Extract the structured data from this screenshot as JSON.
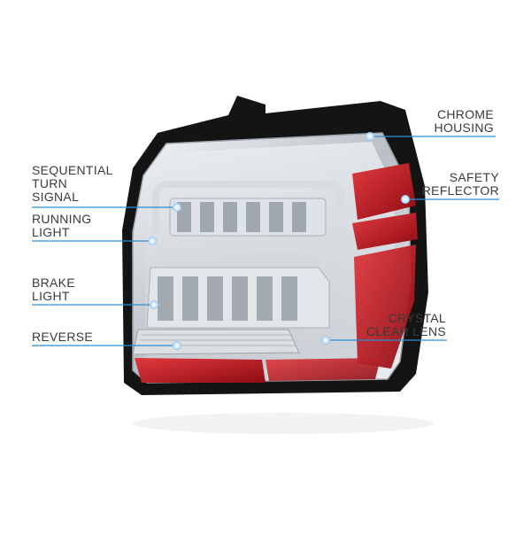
{
  "callouts": {
    "sequential_turn_signal": "SEQUENTIAL\nTURN\nSIGNAL",
    "running_light": "RUNNING\nLIGHT",
    "brake_light": "BRAKE\nLIGHT",
    "reverse": "REVERSE",
    "chrome_housing": "CHROME\nHOUSING",
    "safety_reflector": "SAFETY\nREFLECTOR",
    "crystal_clear_lens": "CRYSTAL\nCLEAR LENS"
  },
  "colors": {
    "callout_line": "#2a8fd6",
    "callout_text": "#3a3a3a",
    "reflector_red": "#c4161c",
    "housing_black": "#141414",
    "chrome": "#d9dde2"
  }
}
